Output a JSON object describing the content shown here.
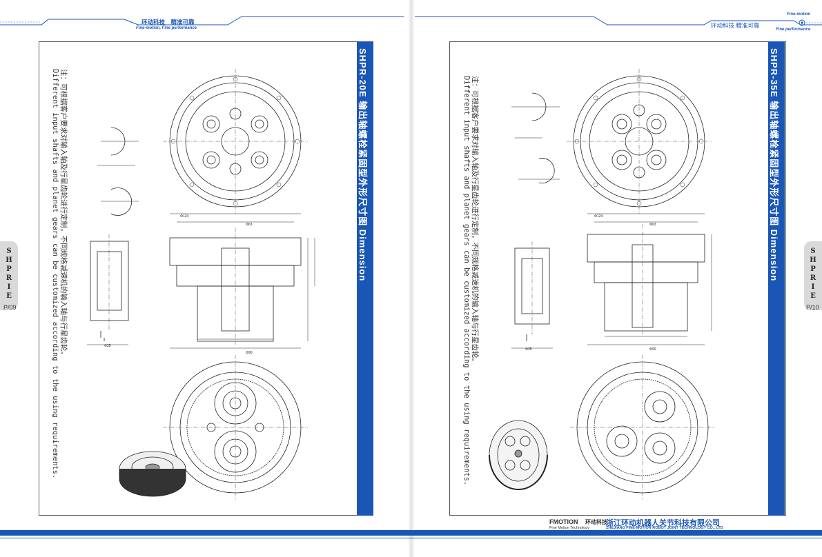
{
  "header": {
    "left_cn": "环动科技　精准可靠",
    "left_en": "Fine-motion, Fine performance",
    "right_cn": "环动科技 精准可靠",
    "right_label_top": "Fine-motion",
    "right_label_bottom": "Fine performance"
  },
  "side_tab": {
    "letters": [
      "S",
      "H",
      "P",
      "R",
      "I",
      "E"
    ],
    "left_page": "P/09",
    "right_page": "P/10"
  },
  "left_panel": {
    "title": "SHPR-20E 输出轴螺栓紧固型外形尺寸图 Dimension",
    "note_cn": "注：可根据客户要求对输入轴及行星齿轮进行定制，不同规格减速机的输入轴与行星齿轮。",
    "note_en": "Different input shafts and planet gears can be customized according to the using requirements."
  },
  "right_panel": {
    "title": "SHPR-35E 输出轴螺栓紧固型外形尺寸图 Dimension",
    "note_cn": "注：可根据客户要求对输入轴及行星齿轮进行定制，不同规格减速机的输入轴与行星齿轮。",
    "note_en": "Different input shafts and planet gears can be customized according to the using requirements."
  },
  "footer": {
    "logo_brand": "FMOTION",
    "logo_cn": "环动科技",
    "logo_en": "Fine Motion Technology",
    "company_cn": "浙江环动机器人关节科技有限公司",
    "company_en": "ZHEJIANG FINE-MOTION ROBOT JOINT TECHNOLOGY CO., LTD"
  },
  "colors": {
    "brand_blue": "#1a56b6",
    "tab_gray": "#d9d9d9"
  }
}
